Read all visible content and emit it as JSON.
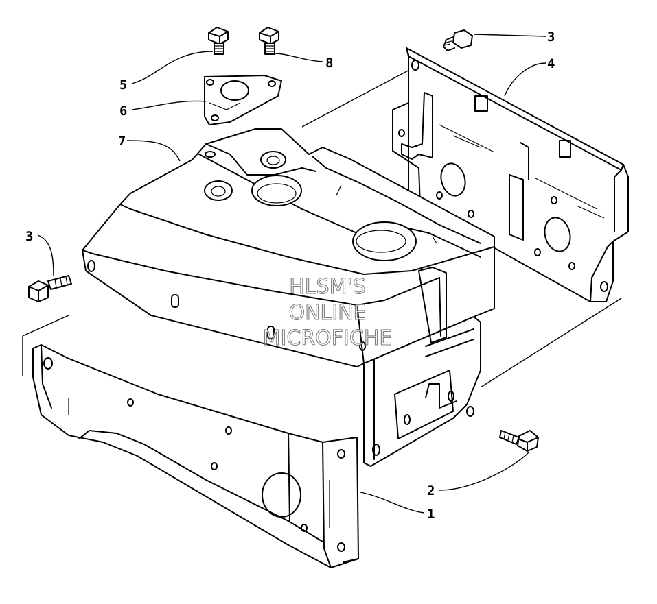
{
  "labels": {
    "l1": "1",
    "l2": "2",
    "l3a": "3",
    "l3b": "3",
    "l4": "4",
    "l5": "5",
    "l6": "6",
    "l7": "7",
    "l8": "8"
  },
  "watermark": {
    "line1": "HLSM'S",
    "line2": "ONLINE",
    "line3": "MICROFICHE"
  }
}
